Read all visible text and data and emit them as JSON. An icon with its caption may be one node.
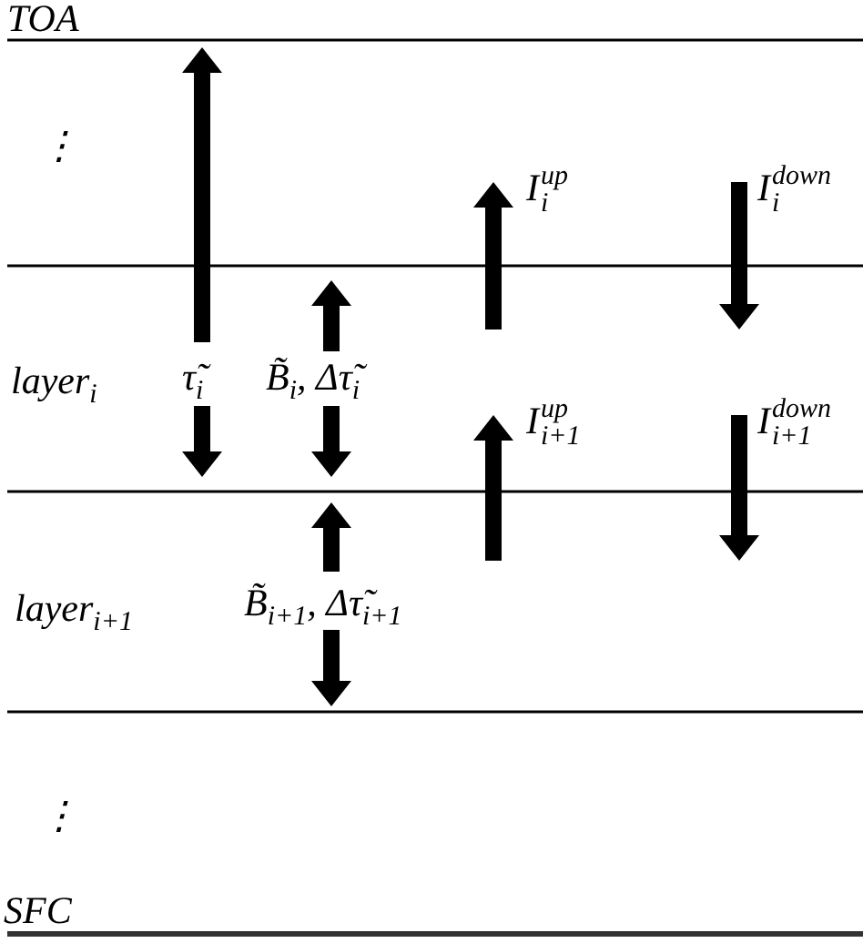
{
  "diagram": {
    "labels": [
      "TOA",
      "⋮",
      "I$^{up}$$_{i}$",
      "I$^{down}$$_{i}$",
      "layer$_{i}$",
      "τ̃$_{i}$",
      "B̃$_{i}$, Δτ̃$_{i}$",
      "I$^{up}$$_{i+1}$",
      "I$^{down}$$_{i+1}$",
      "layer$_{i+1}$",
      "B̃$_{i+1}$, Δτ̃$_{i+1}$",
      "⋮",
      "SFC"
    ]
  }
}
